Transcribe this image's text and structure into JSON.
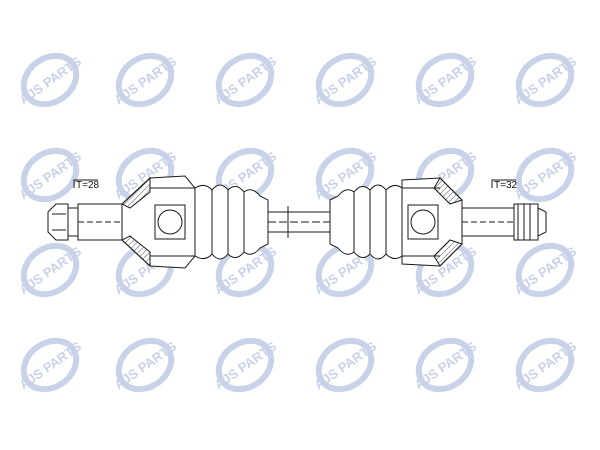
{
  "watermark": {
    "text": "AJS PARTS",
    "color": "#c8d2e8"
  },
  "diagram": {
    "left_spline_label": "T=28",
    "right_spline_label": "T=32",
    "line_color": "#1a1a1a",
    "hatch_color": "#555555"
  }
}
